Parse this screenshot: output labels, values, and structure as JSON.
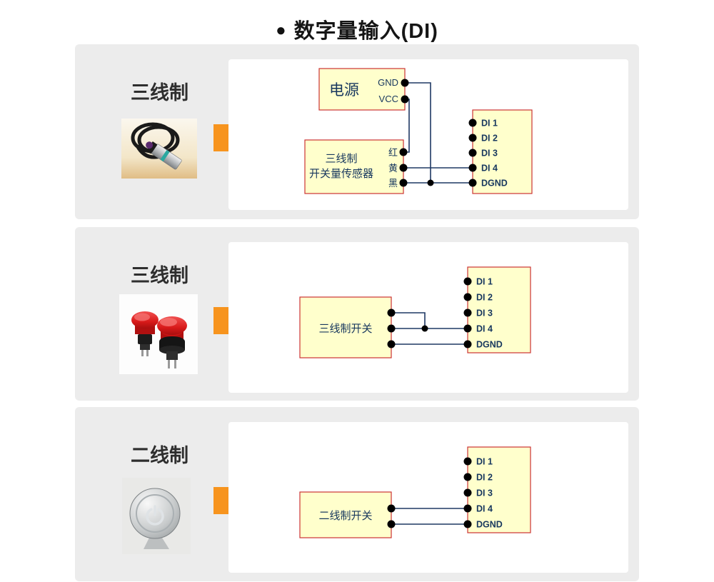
{
  "title": "数字量输入(DI)",
  "bullet": "●",
  "colors": {
    "section_bg": "#ececec",
    "panel_bg": "#ffffff",
    "box_fill": "#ffffcc",
    "box_border": "#cc3333",
    "wire": "#1f3864",
    "terminal_dot": "#000000",
    "arrow_orange": "#f7941e",
    "diagram_text": "#17375e"
  },
  "sections": [
    {
      "label": "三线制",
      "photo": "proximity-sensor-photo",
      "power_box": {
        "title": "电源",
        "pins": [
          "GND",
          "VCC"
        ]
      },
      "device_box": {
        "line1": "三线制",
        "line2": "开关量传感器",
        "pins": [
          "红",
          "黄",
          "黑"
        ]
      },
      "terminal_block": {
        "labels": [
          "DI 1",
          "DI 2",
          "DI 3",
          "DI 4",
          "DGND"
        ]
      }
    },
    {
      "label": "三线制",
      "photo": "emergency-stop-buttons-photo",
      "device_box": {
        "line1": "三线制开关"
      },
      "terminal_block": {
        "labels": [
          "DI 1",
          "DI 2",
          "DI 3",
          "DI 4",
          "DGND"
        ]
      }
    },
    {
      "label": "二线制",
      "photo": "metal-push-button-photo",
      "device_box": {
        "line1": "二线制开关"
      },
      "terminal_block": {
        "labels": [
          "DI 1",
          "DI 2",
          "DI 3",
          "DI 4",
          "DGND"
        ]
      }
    }
  ]
}
